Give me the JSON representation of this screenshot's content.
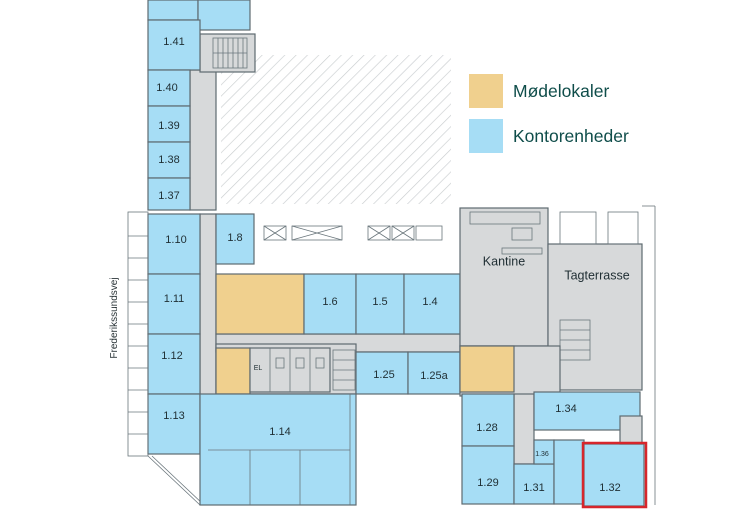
{
  "legend": {
    "meeting": {
      "label": "Mødelokaler",
      "color": "#f0d08e"
    },
    "office": {
      "label": "Kontorenheder",
      "color": "#a6ddf5"
    }
  },
  "street_label": "Frederikssundsvej",
  "rooms": {
    "r141": "1.41",
    "r140": "1.40",
    "r139": "1.39",
    "r138": "1.38",
    "r137": "1.37",
    "r110": "1.10",
    "r18": "1.8",
    "r111": "1.11",
    "r16": "1.6",
    "r15": "1.5",
    "r14": "1.4",
    "r112": "1.12",
    "r113": "1.13",
    "r114": "1.14",
    "r125": "1.25",
    "r125a": "1.25a",
    "r128": "1.28",
    "r134": "1.34",
    "r129": "1.29",
    "r131": "1.31",
    "r132": "1.32",
    "r136": "1.36",
    "kantine": "Kantine",
    "tagterrasse": "Tagterrasse",
    "el": "EL"
  },
  "highlight_color": "#d6262c",
  "highlighted_room": "1.32"
}
